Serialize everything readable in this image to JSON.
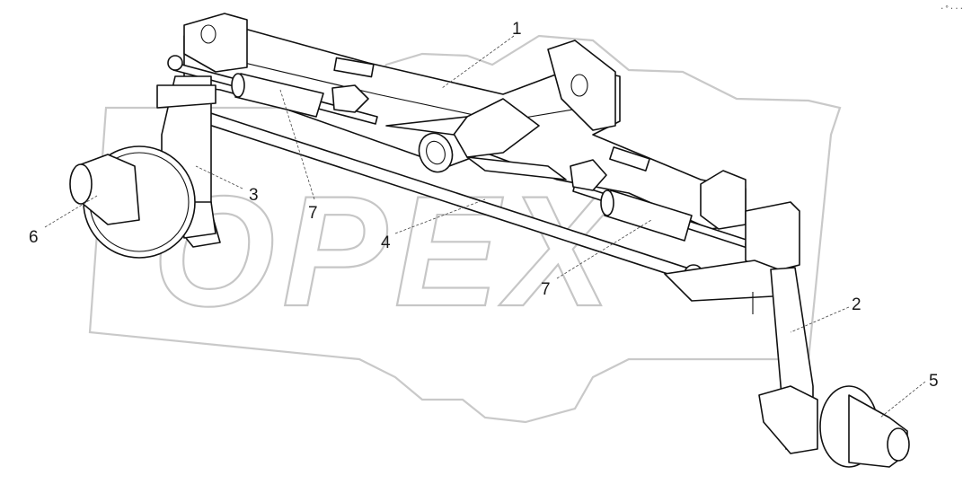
{
  "watermark": {
    "text": "OPEX"
  },
  "corner_mark": "·°···",
  "callouts": [
    {
      "id": "1",
      "label": "1"
    },
    {
      "id": "2",
      "label": "2"
    },
    {
      "id": "3",
      "label": "3"
    },
    {
      "id": "4",
      "label": "4"
    },
    {
      "id": "5",
      "label": "5"
    },
    {
      "id": "6",
      "label": "6"
    },
    {
      "id": "7a",
      "label": "7"
    },
    {
      "id": "7b",
      "label": "7"
    }
  ]
}
